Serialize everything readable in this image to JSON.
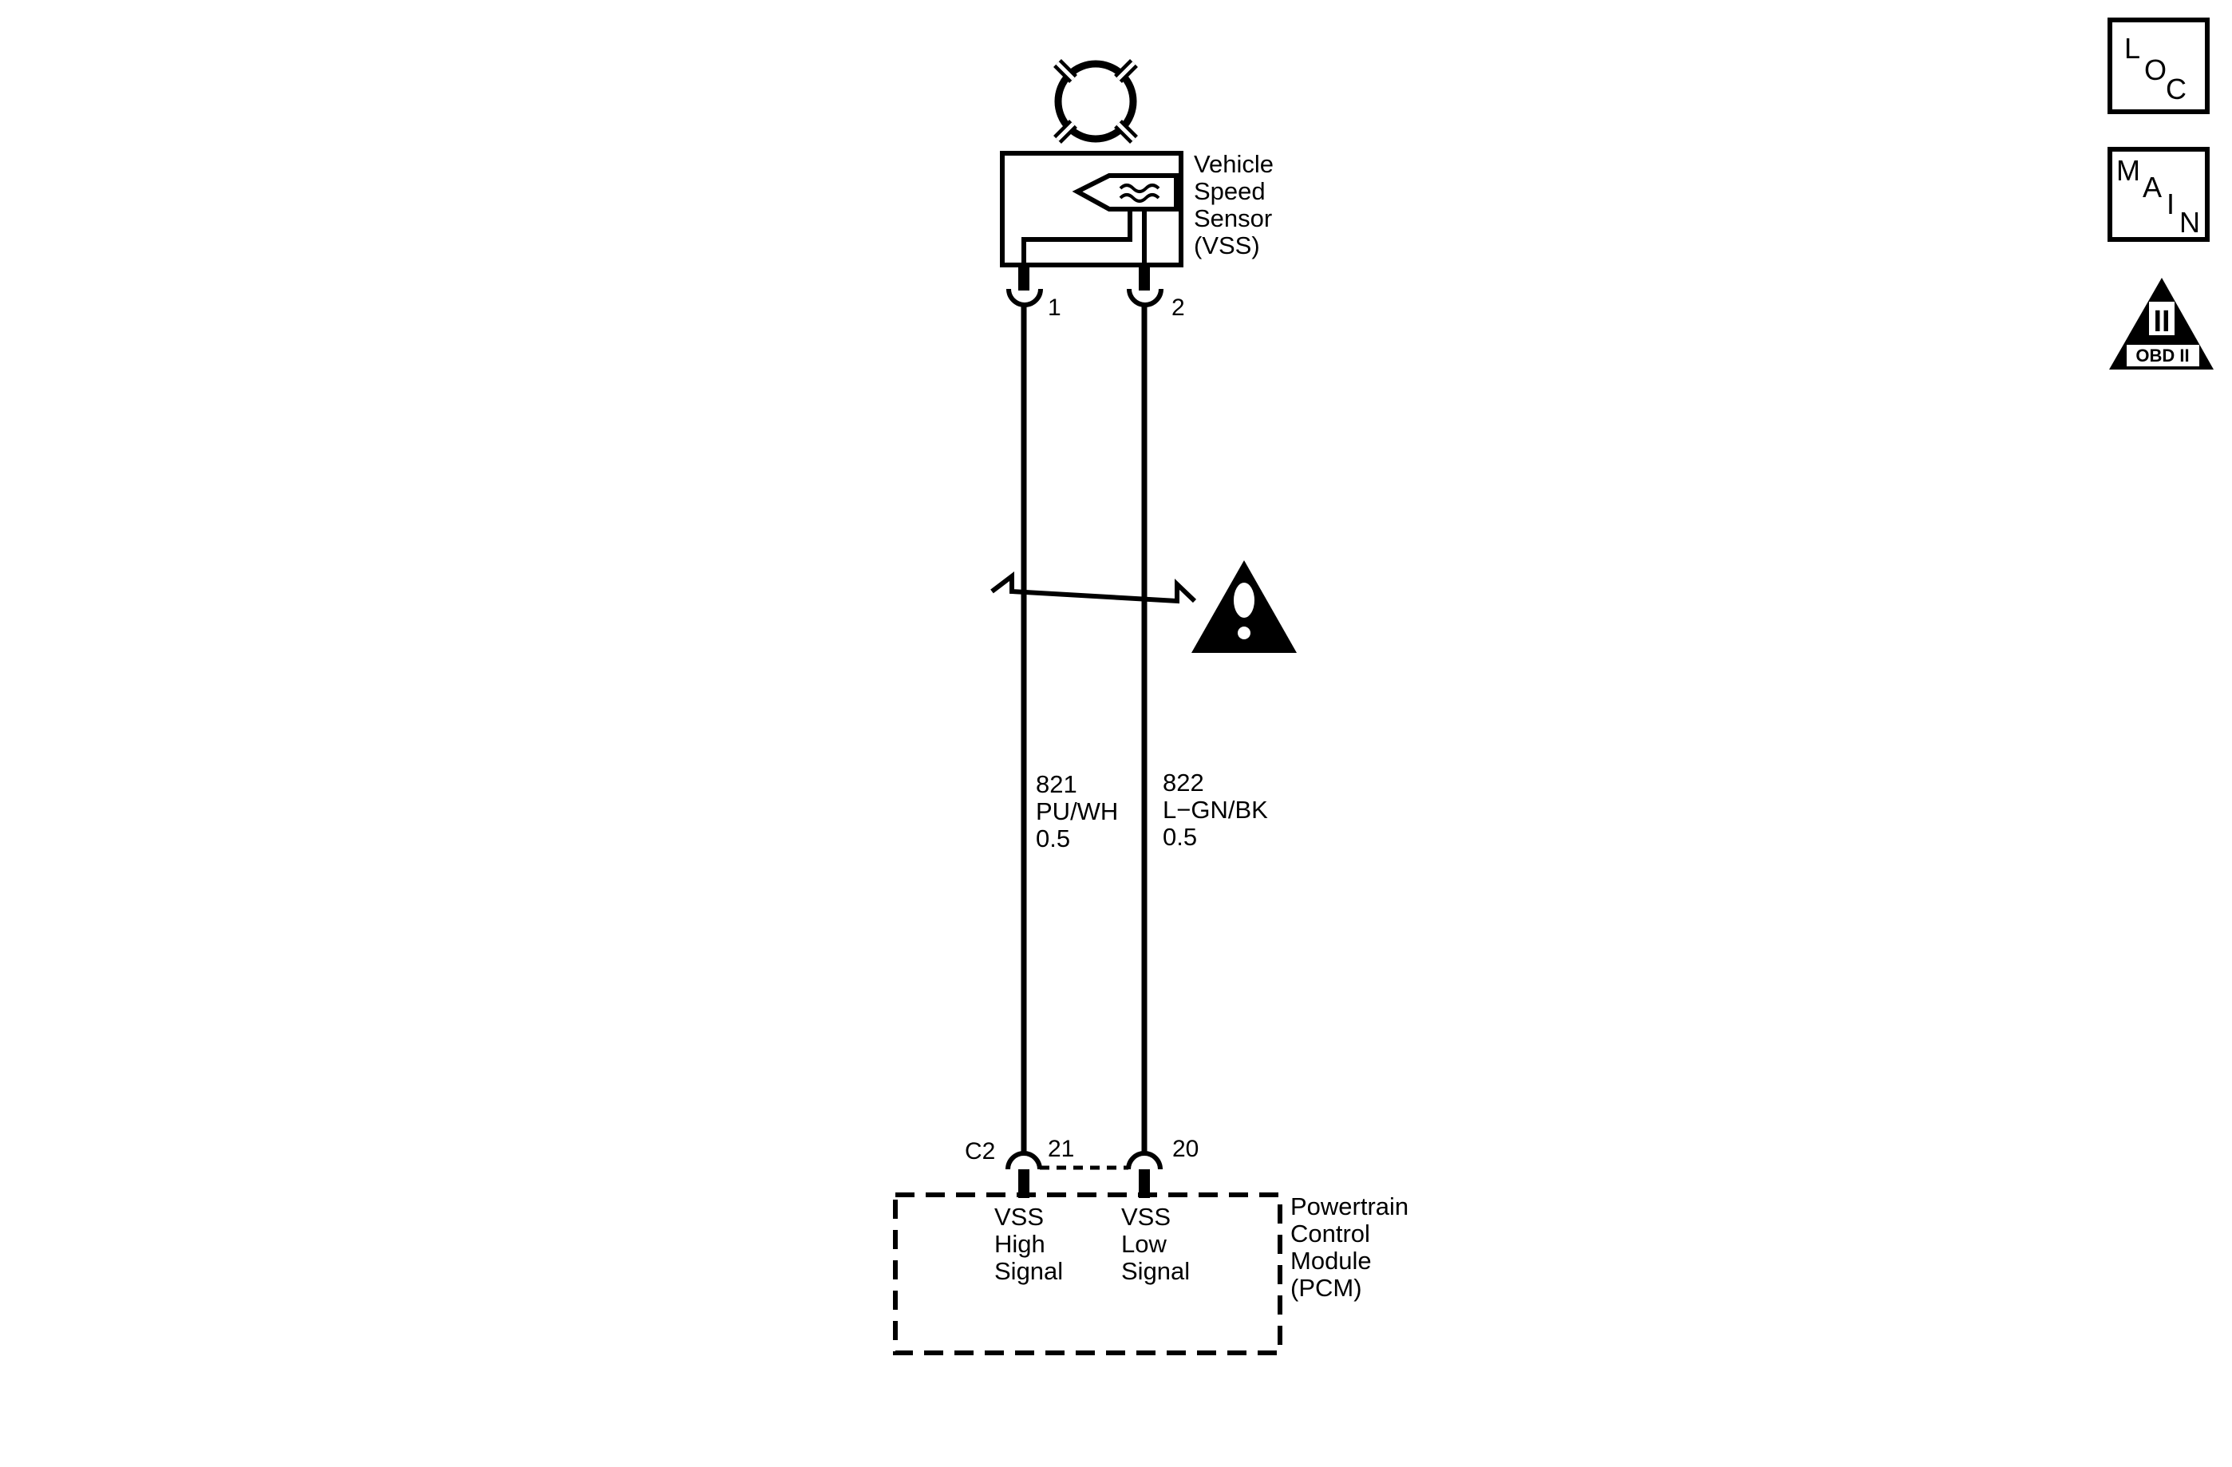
{
  "sensor": {
    "name_lines": [
      "Vehicle",
      "Speed",
      "Sensor",
      "(VSS)"
    ],
    "pins": [
      "1",
      "2"
    ]
  },
  "wires": [
    {
      "circuit": "821",
      "color": "PU/WH",
      "gauge": "0.5"
    },
    {
      "circuit": "822",
      "color": "L−GN/BK",
      "gauge": "0.5"
    }
  ],
  "pcm": {
    "connector": "C2",
    "pins": [
      "21",
      "20"
    ],
    "name_lines": [
      "Powertrain",
      "Control",
      "Module",
      "(PCM)"
    ],
    "terminal_high": [
      "VSS",
      "High",
      "Signal"
    ],
    "terminal_low": [
      "VSS",
      "Low",
      "Signal"
    ]
  },
  "nav_icons": {
    "loc_letters": [
      "L",
      "O",
      "C"
    ],
    "main_letters": [
      "M",
      "A",
      "I",
      "N"
    ],
    "obd_numeral": "II",
    "obd_label": "OBD II"
  },
  "colors": {
    "ink": "#000000",
    "paper": "#ffffff"
  }
}
